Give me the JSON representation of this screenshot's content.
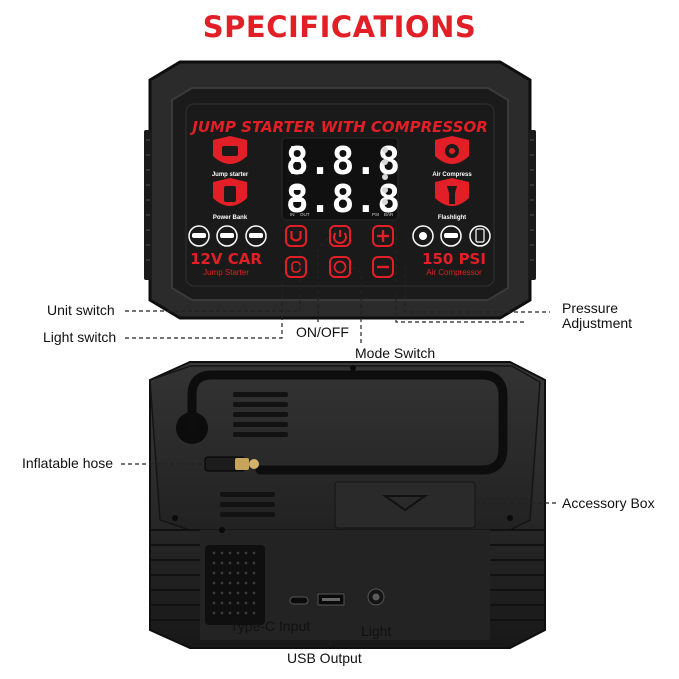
{
  "title": "SPECIFICATIONS",
  "panel": {
    "heading": "JUMP  STARTER WITH COMPRESSOR",
    "jump_starter_label": "Jump starter",
    "power_bank_label": "Power Bank",
    "air_compress_label": "Air Compress",
    "flashlight_label": "Flashlight",
    "left_big": "12V CAR",
    "left_sub": "Jump Starter",
    "right_big": "150 PSI",
    "right_sub": "Air Compressor",
    "display_top": "8.8.8",
    "display_bottom": "8.8.8",
    "unit_in": "IN",
    "unit_out": "OUT",
    "unit_psi": "PSI",
    "unit_bar": "BAR"
  },
  "callouts": {
    "unit_switch": "Unit switch",
    "light_switch": "Light switch",
    "on_off": "ON/OFF",
    "mode_switch": "Mode Switch",
    "pressure_line1": "Pressure",
    "pressure_line2": "Adjustment",
    "inflatable_hose": "Inflatable hose",
    "accessory_box": "Accessory Box",
    "type_c": "Type-C Input",
    "usb_output": "USB Output",
    "light": "Light"
  },
  "icons": {
    "engine": "engine-icon",
    "battery": "battery-icon",
    "tire": "tire-icon",
    "flashlight": "flashlight-icon",
    "unit_button": "unit-button-u",
    "power_button": "power-icon",
    "plus_button": "plus-icon",
    "minus_button": "minus-icon",
    "mode_button": "mode-cycle-icon",
    "light_button": "bulb-icon"
  },
  "colors": {
    "accent_red": "#e21f26",
    "panel_black": "#1b1b1b",
    "device_body": "#2a2a2a",
    "background": "#ffffff"
  }
}
